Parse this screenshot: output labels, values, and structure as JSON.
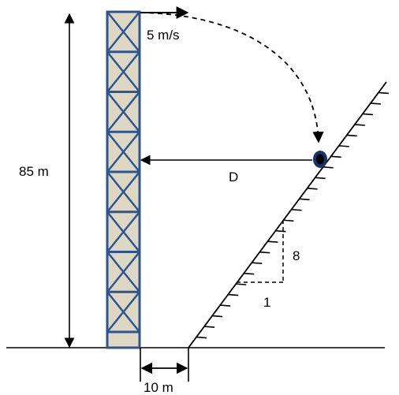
{
  "labels": {
    "launch_speed": "5 m/s",
    "tower_height": "85 m",
    "horizontal_distance": "D",
    "slope_rise": "8",
    "slope_run": "1",
    "base_offset": "10 m"
  },
  "colors": {
    "tower_stroke": "#2E5590",
    "tower_fill": "#DDD8C4",
    "ball_outer": "#16336B",
    "ball_inner": "#000000",
    "line": "#000000"
  }
}
